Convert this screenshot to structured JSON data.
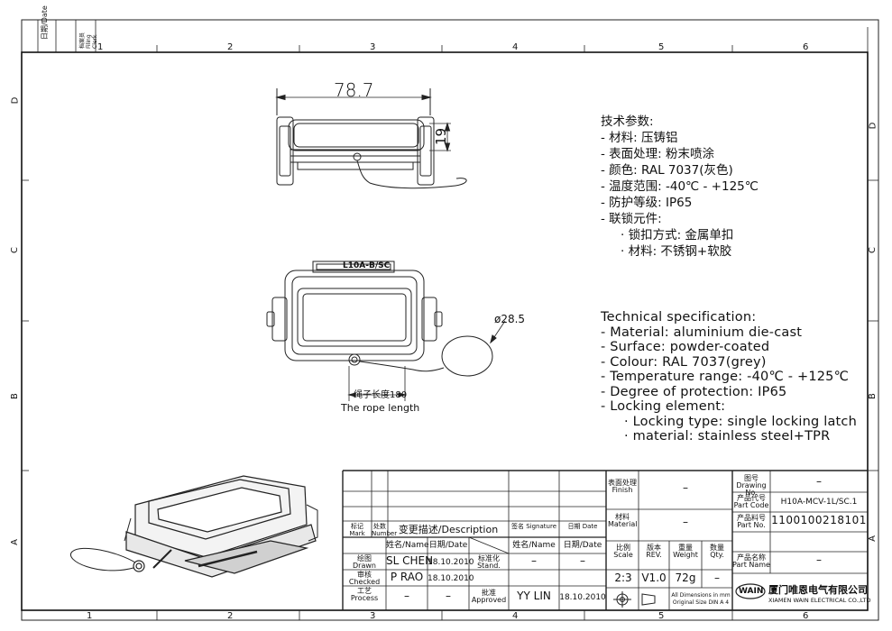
{
  "margin_labels": {
    "date": "日期/Date",
    "filing": "档案员 Filing Clerk"
  },
  "zones": {
    "cols": [
      "1",
      "2",
      "3",
      "4",
      "5",
      "6"
    ],
    "rows": [
      "D",
      "C",
      "B",
      "A"
    ]
  },
  "dimensions": {
    "length": "78.7",
    "height": "19",
    "diameter": "ø28.5"
  },
  "part_label": "L10A-B/SC",
  "rope_note": {
    "cn": "绳子长度180",
    "en": "The rope length"
  },
  "spec_cn": {
    "title": "技术参数:",
    "items": [
      "- 材料: 压铸铝",
      "- 表面处理: 粉末喷涂",
      "- 颜色: RAL 7037(灰色)",
      "- 温度范围: -40℃ - +125℃",
      "- 防护等级: IP65",
      "- 联锁元件:"
    ],
    "sub": [
      "· 锁扣方式: 金属单扣",
      "· 材料: 不锈钢+软胶"
    ]
  },
  "spec_en": {
    "title": "Technical specification:",
    "items": [
      "- Material: aluminium die-cast",
      "- Surface: powder-coated",
      "- Colour: RAL 7037(grey)",
      "- Temperature range: -40℃ - +125℃",
      "- Degree of protection: IP65",
      "- Locking element:"
    ],
    "sub": [
      "· Locking type: single locking latch",
      "· material: stainless steel+TPR"
    ]
  },
  "revision_headers": {
    "mark": "标记 Mark",
    "number": "处数 Number",
    "description": "变更描述/Description",
    "signature": "签名 Signature",
    "date": "日期 Date"
  },
  "approval": {
    "col_name": "姓名/Name",
    "col_date": "日期/Date",
    "col_stand": "标准化 Stand.",
    "col_name2": "姓名/Name",
    "col_date2": "日期/Date",
    "drawn_label": "绘图 Drawn",
    "drawn_name": "SL CHEN",
    "drawn_date": "18.10.2010",
    "stand_value": "–",
    "stand_date": "–",
    "checked_label": "审核 Checked",
    "checked_name": "P RAO",
    "checked_date": "18.10.2010",
    "process_label": "工艺 Process",
    "process_name": "–",
    "process_date": "–",
    "approved_label": "批准 Approved",
    "approved_name": "YY LIN",
    "approved_date": "18.10.2010"
  },
  "title_block": {
    "finish_label": "表面处理 Finish",
    "finish_value": "–",
    "material_label": "材料 Material",
    "material_value": "–",
    "scale_label": "比例 Scale",
    "scale_value": "2:3",
    "rev_label": "版本 REV.",
    "rev_value": "V1.0",
    "weight_label": "重量 Weight",
    "weight_value": "72g",
    "qty_label": "数量 Qty.",
    "qty_value": "–",
    "dims_note": "All Dimensions in mm Original Size DIN A 4",
    "drawing_no_label": "图号 Drawing No.",
    "drawing_no_value": "–",
    "part_code_label": "产品代号 Part Code",
    "part_code_value": "H10A-MCV-1L/SC.1",
    "part_no_label": "产品料号 Part No.",
    "part_no_value": "1100100218101",
    "part_name_label": "产品名称 Part Name",
    "part_name_value": "–",
    "logo_text": "WAIN",
    "company_cn": "厦门唯恩电气有限公司",
    "company_en": "XIAMEN WAIN ELECTRICAL CO.,LTD"
  }
}
